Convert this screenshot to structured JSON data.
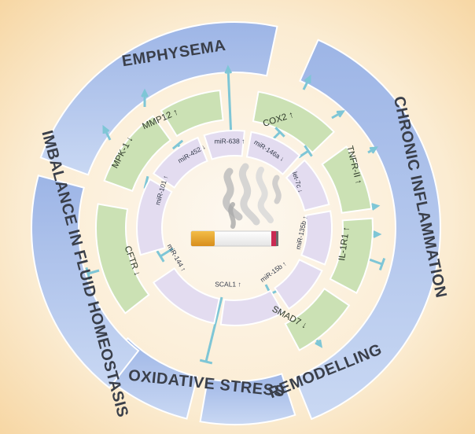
{
  "outer_effects": [
    "EMPHYSEMA",
    "CHRONIC INFLAMMATION",
    "REMODELLING",
    "OXIDATIVE STRESS",
    "IMBALANCE IN FLUID HOMEOSTASIS"
  ],
  "target_genes": [
    {
      "label": "COX2 ↑"
    },
    {
      "label": "TNFR-II ↑"
    },
    {
      "label": "IL-1R1 ↑"
    },
    {
      "label": "SMAD7 ↓"
    },
    {
      "label": "CFTR ↓"
    },
    {
      "label": "MPK-1 ↓"
    },
    {
      "label": "MMP12 ↑"
    }
  ],
  "micro_rnas": [
    {
      "label": "miR-638 ↑"
    },
    {
      "label": "miR-146a ↓"
    },
    {
      "label": "let-7c ↓"
    },
    {
      "label": "miR-135b ↑"
    },
    {
      "label": "miR-15b ↑"
    },
    {
      "label": "SCAL1 ↑"
    },
    {
      "label": "miR-144 ↑"
    },
    {
      "label": "miR-101 ↑"
    },
    {
      "label": "miR-452 ↓"
    }
  ],
  "colors": {
    "background_top": "#f9dcab",
    "background_bottom": "#fbf6ec",
    "outer_ring": "#a8bde6",
    "middle_ring": "#cbe1b4",
    "inner_ring": "#e3dcf0",
    "arrow": "#7ec6d6",
    "cigarette_filter": "#e8a22a",
    "cigarette_tip": "#c92a52"
  },
  "icons": [
    "smoke-icon",
    "cigarette-icon"
  ]
}
